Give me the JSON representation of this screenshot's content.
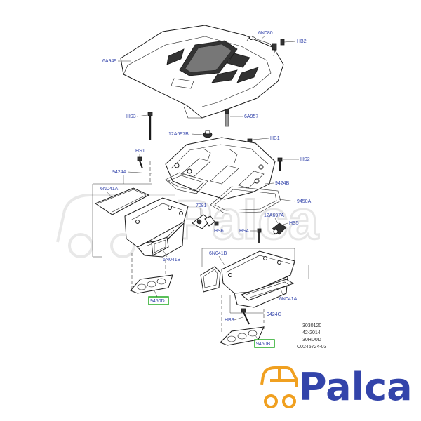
{
  "colors": {
    "label": "#3344aa",
    "highlight": "#22aa22",
    "brand_blue": "#3344aa",
    "brand_orange": "#f0a020",
    "watermark": "#e4e4e4"
  },
  "watermark": {
    "text": "Palca"
  },
  "labels": {
    "cover": "6A949",
    "clip": "6N080",
    "hb2": "HB2",
    "hs3": "HS3",
    "stud": "6A957",
    "valve": "12A697B",
    "hb1": "HB1",
    "hs1": "HS1",
    "hs2": "HS2",
    "manifold_left": "9424A",
    "manifold_right": "9424B",
    "gasket_a": "9450A",
    "insulator_a": "6N041A",
    "actuator": "7081",
    "sensor_a": "12A697A",
    "hs6": "HS6",
    "hs4": "HS4",
    "hs5": "HS5",
    "insulator_b": "6N041B",
    "gasket_d": "9450D",
    "insulator_b2": "6N041B",
    "insulator_a2": "6N041A",
    "manifold_c": "9424C",
    "hb3": "HB3",
    "gasket_b": "9450B"
  },
  "reference": {
    "line1": "3030120",
    "line2": "42-2014",
    "line3": "30HD0D",
    "line4": "C0245724-03"
  },
  "brand": {
    "name": "Palca"
  }
}
